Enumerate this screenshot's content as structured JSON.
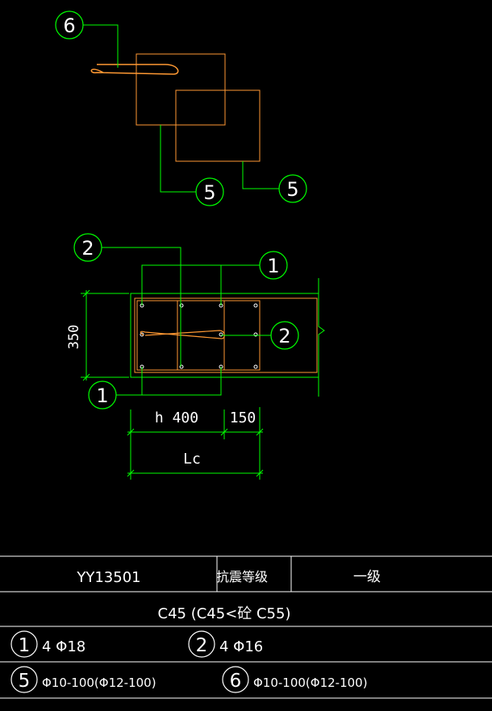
{
  "colors": {
    "background": "#000000",
    "dimension": "#00ff00",
    "column": "#ff9933",
    "text": "#ffffff",
    "rebar_dot": "#ffffff"
  },
  "callouts": {
    "plan_top_tie": "6",
    "plan_hoop_left": "5",
    "plan_hoop_right": "5",
    "elev_top_left": "2",
    "elev_top_right": "1",
    "elev_right": "2",
    "elev_bottom_left": "1"
  },
  "dimensions": {
    "height": "350",
    "h": "h 400",
    "ext": "150",
    "lc": "Lc"
  },
  "table": {
    "code": "YY13501",
    "grade_label": "抗震等级",
    "grade_value": "一级",
    "concrete": "C45 (C45<砼 C55)",
    "rebar1": {
      "num": "1",
      "spec": "4 Φ18"
    },
    "rebar2": {
      "num": "2",
      "spec": "4 Φ16"
    },
    "rebar5": {
      "num": "5",
      "spec": "Φ10-100(Φ12-100)"
    },
    "rebar6": {
      "num": "6",
      "spec": "Φ10-100(Φ12-100)"
    }
  }
}
